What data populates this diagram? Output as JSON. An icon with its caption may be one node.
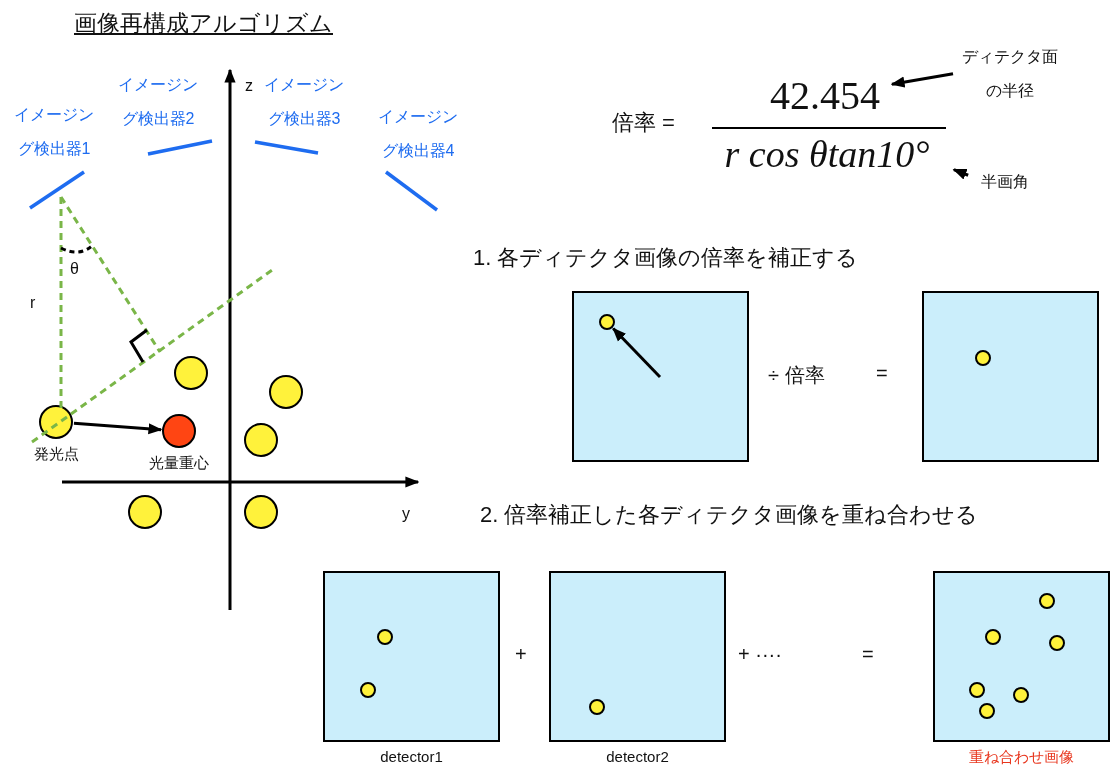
{
  "diagram": {
    "title": "画像再構成アルゴリズム",
    "nodes": [
      {
        "text": [],
        "shape": "circle",
        "beside": [
          "発光点"
        ]
      },
      {
        "text": [],
        "shape": "circle",
        "beside": [
          "光量重心"
        ]
      },
      {
        "text": [],
        "shape": "circle"
      },
      {
        "text": [],
        "shape": "circle"
      },
      {
        "text": [],
        "shape": "circle"
      },
      {
        "text": [],
        "shape": "circle"
      },
      {
        "text": [],
        "shape": "circle"
      },
      {
        "text": [
          "ディテクタ面の半径"
        ]
      },
      {
        "text": [
          "42.454"
        ]
      },
      {
        "text": [
          "r cos θtan10°"
        ]
      },
      {
        "text": [
          "半画角"
        ]
      },
      {
        "text": [],
        "shape": "box"
      },
      {
        "text": [],
        "shape": "circle",
        "in": 11
      },
      {
        "text": [],
        "shape": "box"
      },
      {
        "text": [],
        "shape": "box",
        "beside": [
          "detector1"
        ]
      },
      {
        "text": [],
        "shape": "box",
        "beside": [
          "detector2"
        ]
      },
      {
        "text": [],
        "shape": "box",
        "beside": [
          "重ね合わせ画像"
        ]
      }
    ],
    "edges": [
      {
        "from": 0,
        "to": 1,
        "arrow": "to"
      },
      {
        "from": 7,
        "to": 8,
        "arrow": "to"
      },
      {
        "from": 10,
        "to": 9,
        "arrow": "to"
      },
      {
        "from": null,
        "to": 12,
        "arrow": "to"
      }
    ],
    "labels": [
      "イメージング検出器2",
      "z",
      "イメージング検出器3",
      "イメージング検出器1",
      "イメージング検出器4",
      "θ",
      "r",
      "倍率 =",
      "1. 各ディテクタ画像の倍率を補正する",
      "÷ 倍率",
      "=",
      "y",
      "2. 倍率補正した各ディテクタ画像を重ね合わせる",
      "+",
      "+ ····",
      "="
    ]
  }
}
